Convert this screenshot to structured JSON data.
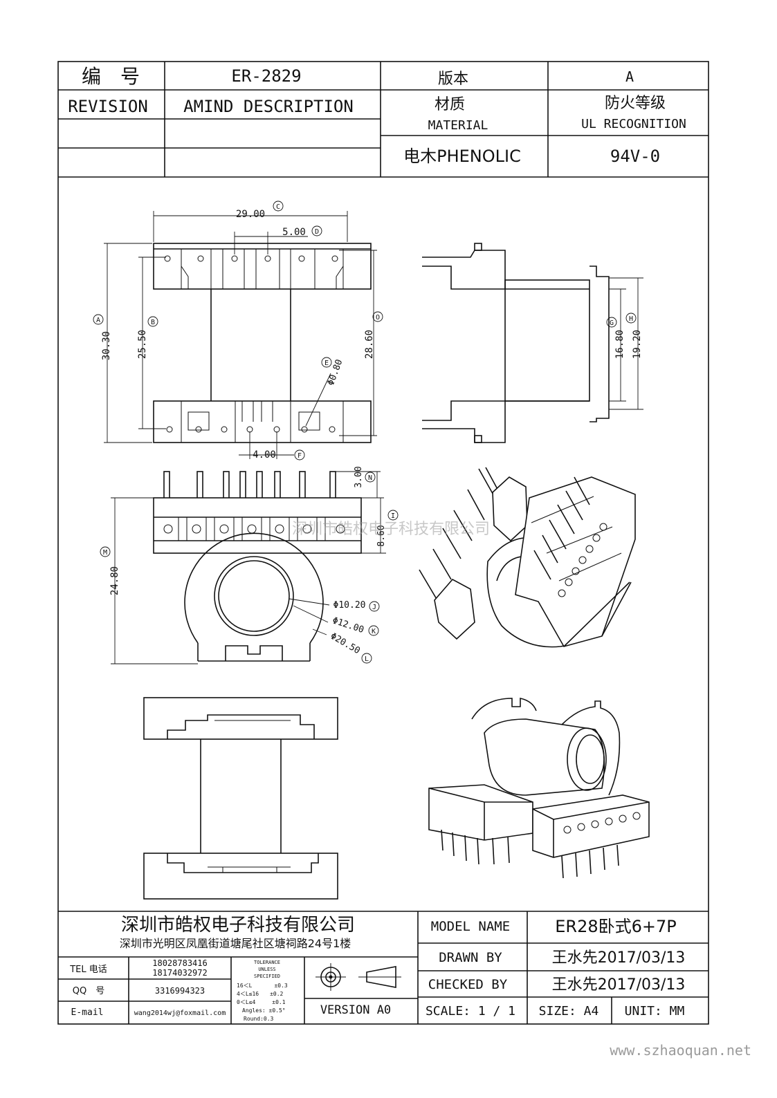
{
  "header": {
    "code_label": "编　号",
    "code_value": "ER-2829",
    "version_label": "版本",
    "version_value": "A",
    "revision_label": "REVISION",
    "amend_label": "AMIND DESCRIPTION",
    "material_cn": "材质",
    "material_en": "MATERIAL",
    "ul_cn": "防火等级",
    "ul_en": "UL RECOGNITION",
    "material_value": "电木PHENOLIC",
    "ul_value": "94V-0"
  },
  "dimensions": {
    "c": "29.00",
    "d": "5.00",
    "a": "30.30",
    "b": "25.50",
    "o": "28.60",
    "e": "Φ0.80",
    "f": "4.00",
    "g": "16.80",
    "h": "19.20",
    "n": "3.00",
    "i": "8.60",
    "m": "24.80",
    "j": "Φ10.20",
    "k": "Φ12.00",
    "l": "Φ20.50"
  },
  "markers": {
    "a": "A",
    "b": "B",
    "c": "C",
    "d": "D",
    "e": "E",
    "f": "F",
    "g": "G",
    "h": "H",
    "i": "I",
    "j": "J",
    "k": "K",
    "l": "L",
    "m": "M",
    "n": "N",
    "o": "O"
  },
  "watermark": "深圳市皓权电子科技有限公司",
  "footer": {
    "company": "深圳市皓权电子科技有限公司",
    "address": "深圳市光明区凤凰街道塘尾社区塘祠路24号1楼",
    "tel_label": "TEL 电话",
    "tel_1": "18028783416",
    "tel_2": "18174032972",
    "qq_label": "QQ　号",
    "qq_value": "3316994323",
    "email_label": "E-mail",
    "email_value": "wang2014wj@foxmail.com",
    "tol_1": "TOLERANCE",
    "tol_2": "UNLESS",
    "tol_3": "SPECIFIED",
    "tol_r1": "16＜L　　　　±0.3",
    "tol_r2": "4＜L≤16　　±0.2",
    "tol_r3": "0＜L≤4　　　±0.1",
    "tol_r4": "Angles: ±0.5°",
    "tol_r5": "Round:0.3",
    "version": "VERSION A0",
    "model_label": "MODEL NAME",
    "model_value": "ER28卧式6+7P",
    "drawn_label": "DRAWN BY",
    "drawn_value": "王水先2017/03/13",
    "checked_label": "CHECKED BY",
    "checked_value": "王水先2017/03/13",
    "scale_label": "SCALE: 1 / 1",
    "size_label": "SIZE: A4",
    "unit_label": "UNIT: MM"
  },
  "site": "www.szhaoquan.net"
}
